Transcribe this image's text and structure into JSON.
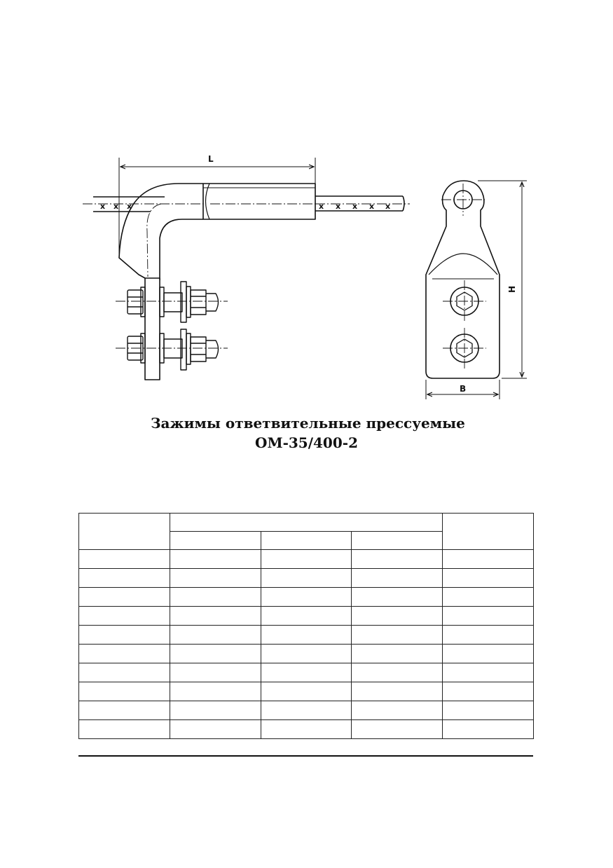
{
  "drawing": {
    "dimension_labels": {
      "length": "L",
      "width": "B",
      "height": "H"
    },
    "wire_marks": "x"
  },
  "title": {
    "line1": "Зажимы ответвительные прессуемые",
    "line2": "ОМ-35/400-2"
  },
  "table": {
    "header_group": "",
    "header_cells": [
      "",
      "",
      "",
      ""
    ],
    "rows": [
      [
        "",
        "",
        "",
        "",
        ""
      ],
      [
        "",
        "",
        "",
        "",
        ""
      ],
      [
        "",
        "",
        "",
        "",
        ""
      ],
      [
        "",
        "",
        "",
        "",
        ""
      ],
      [
        "",
        "",
        "",
        "",
        ""
      ],
      [
        "",
        "",
        "",
        "",
        ""
      ],
      [
        "",
        "",
        "",
        "",
        ""
      ],
      [
        "",
        "",
        "",
        "",
        ""
      ],
      [
        "",
        "",
        "",
        "",
        ""
      ],
      [
        "",
        "",
        "",
        "",
        ""
      ]
    ]
  }
}
